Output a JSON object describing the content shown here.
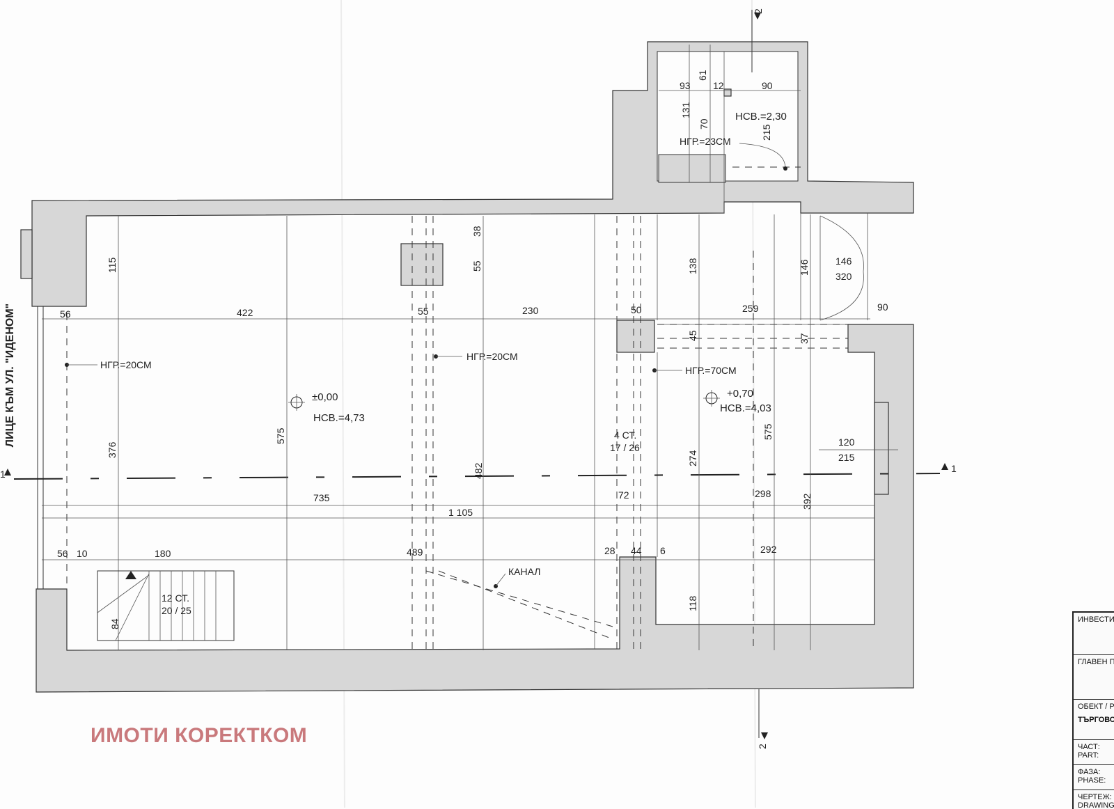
{
  "side_text": "ЛИЦЕ КЪМ УЛ. \"ИДЕНОМ\"",
  "watermark": "ИМОТИ КОРЕКТКОМ",
  "annotations": {
    "ngr_left": "НГР.=20СМ",
    "ngr_mid": "НГР.=20СМ",
    "ngr_right": "НГР.=70СМ",
    "ngr_top": "НГР.=23СМ",
    "level_main": "±0,00",
    "nsv_main": "НСВ.=4,73",
    "level_right": "+0,70",
    "nsv_right": "НСВ.=4,03",
    "nsv_top": "НСВ.=2,30",
    "stairs_main_a": "12 СТ.",
    "stairs_main_b": "20 / 25",
    "stairs_mid_a": "4 СТ.",
    "stairs_mid_b": "17 / 26",
    "canal": "КАНАЛ",
    "door_a": "146",
    "door_b": "320",
    "door2_a": "120",
    "door2_b": "215"
  },
  "section_marks": {
    "s1": "1",
    "s2": "2"
  },
  "dimensions": {
    "d93": "93",
    "d61": "61",
    "d12": "12",
    "d90top": "90",
    "d131": "131",
    "d70": "70",
    "d215": "215",
    "d115": "115",
    "d38": "38",
    "d55v": "55",
    "d138": "138",
    "d146": "146",
    "d56": "56",
    "d422": "422",
    "d55": "55",
    "d230": "230",
    "d50": "50",
    "d259": "259",
    "d90": "90",
    "d45": "45",
    "d37": "37",
    "d376": "376",
    "d575a": "575",
    "d482": "482",
    "d274": "274",
    "d575b": "575",
    "d735": "735",
    "d72": "72",
    "d298": "298",
    "d392": "392",
    "d1105": "1 105",
    "d56b": "56",
    "d10": "10",
    "d180": "180",
    "d489": "489",
    "d28": "28",
    "d44": "44",
    "d6": "6",
    "d292": "292",
    "d84": "84",
    "d118": "118"
  },
  "title_block": {
    "investor": "ИНВЕСТИ",
    "chief": "ГЛАВЕН П",
    "object": "ОБЕКТ / Р",
    "object_value": "ТЪРГОВСК",
    "part": "ЧАСТ:\nPART:",
    "phase": "ФАЗА:\nPHASE:",
    "drawing": "ЧЕРТЕЖ:\nDRAWING"
  }
}
